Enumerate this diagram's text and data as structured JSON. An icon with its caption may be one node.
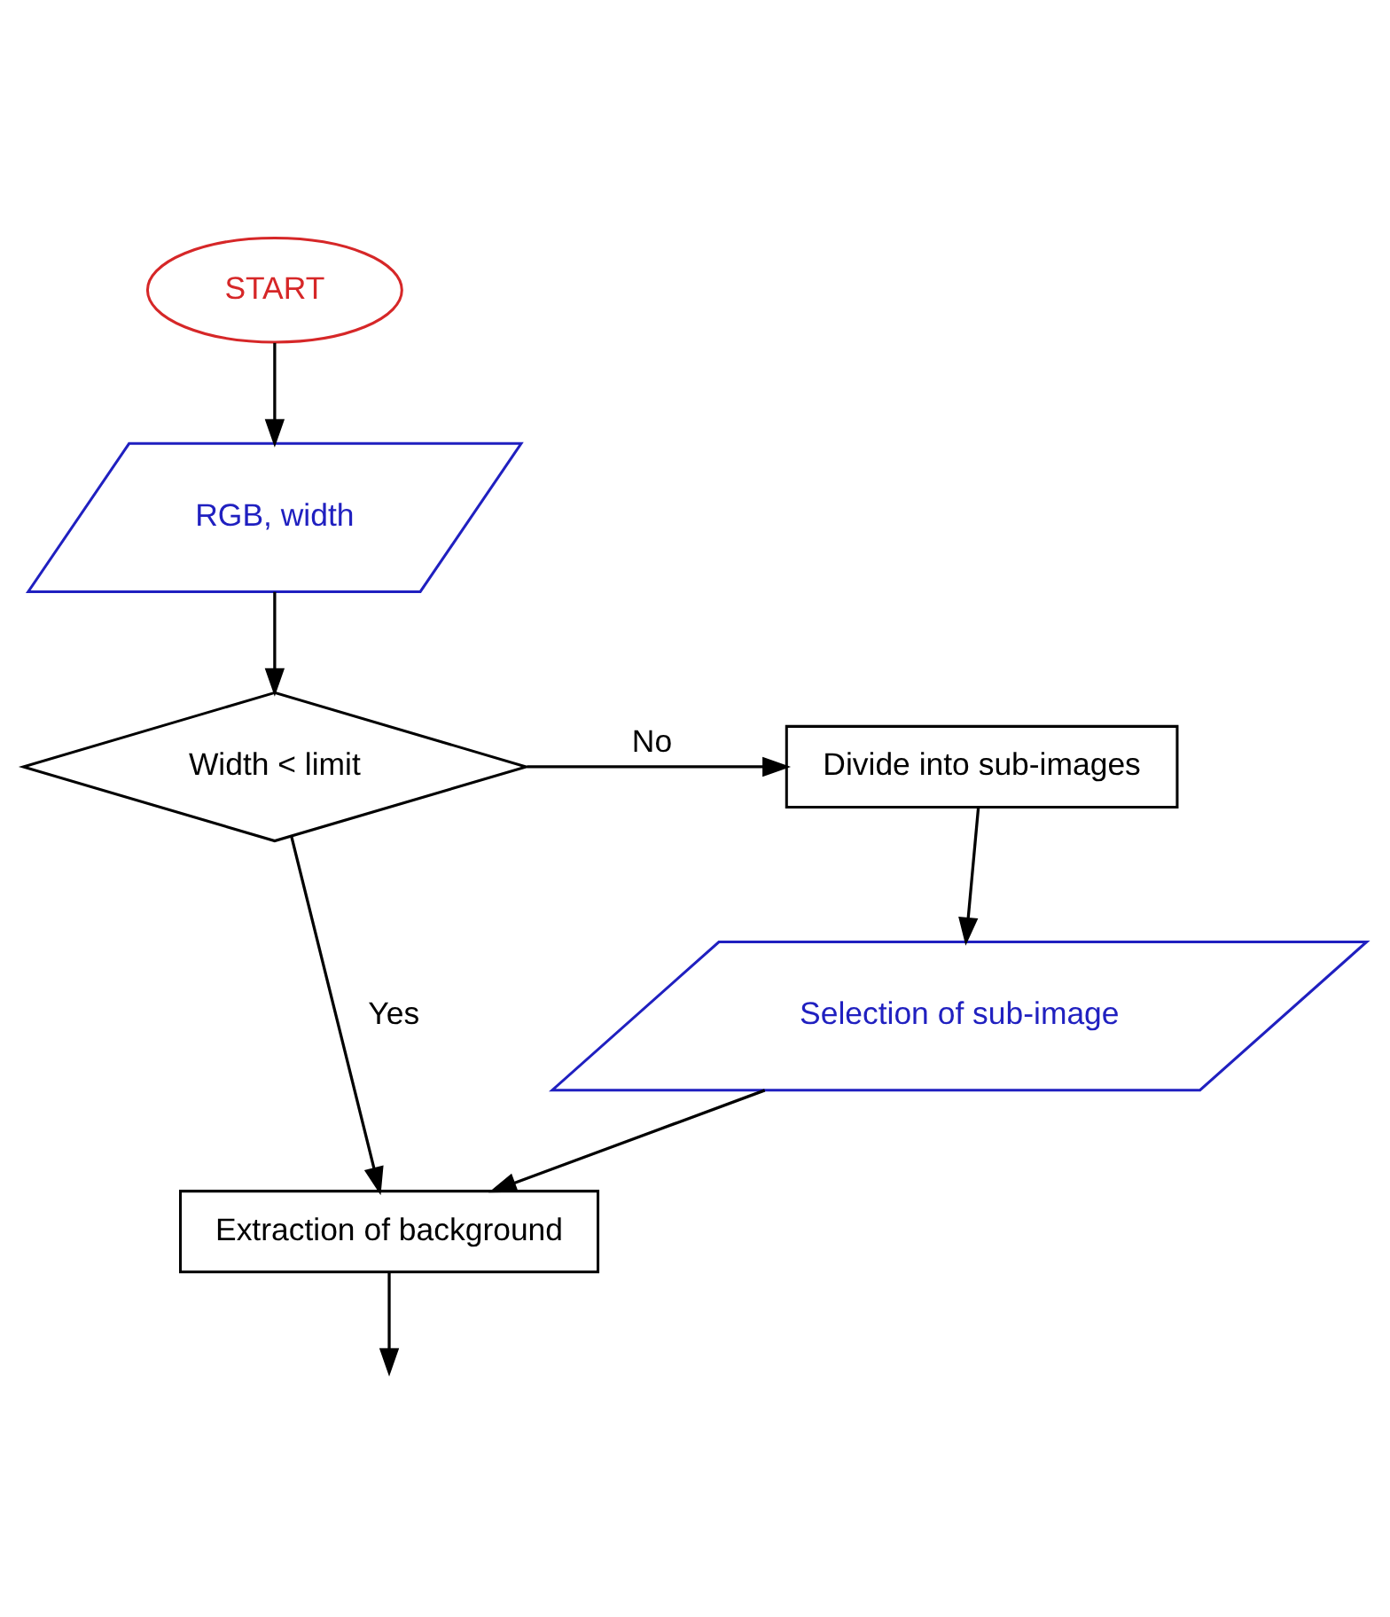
{
  "diagram": {
    "nodes": [
      {
        "text": [
          "START"
        ]
      },
      {
        "text": [
          "RGB, width"
        ]
      },
      {
        "text": [
          "Width < limit"
        ]
      },
      {
        "text": [
          "Divide into sub-images"
        ]
      },
      {
        "text": [
          "Selection of sub-image"
        ]
      },
      {
        "text": [
          "Extraction of background"
        ]
      }
    ],
    "edges": [
      {
        "from": 0,
        "to": 1,
        "arrow": "to"
      },
      {
        "from": 1,
        "to": 2,
        "arrow": "to"
      },
      {
        "from": 2,
        "to": 3,
        "arrow": "to",
        "label": "No"
      },
      {
        "from": 2,
        "to": 5,
        "arrow": "to",
        "label": "Yes"
      },
      {
        "from": 3,
        "to": 4,
        "arrow": "to"
      },
      {
        "from": 4,
        "to": 5,
        "arrow": "to"
      },
      {
        "from": 5,
        "to": null,
        "arrow": "to"
      }
    ]
  }
}
